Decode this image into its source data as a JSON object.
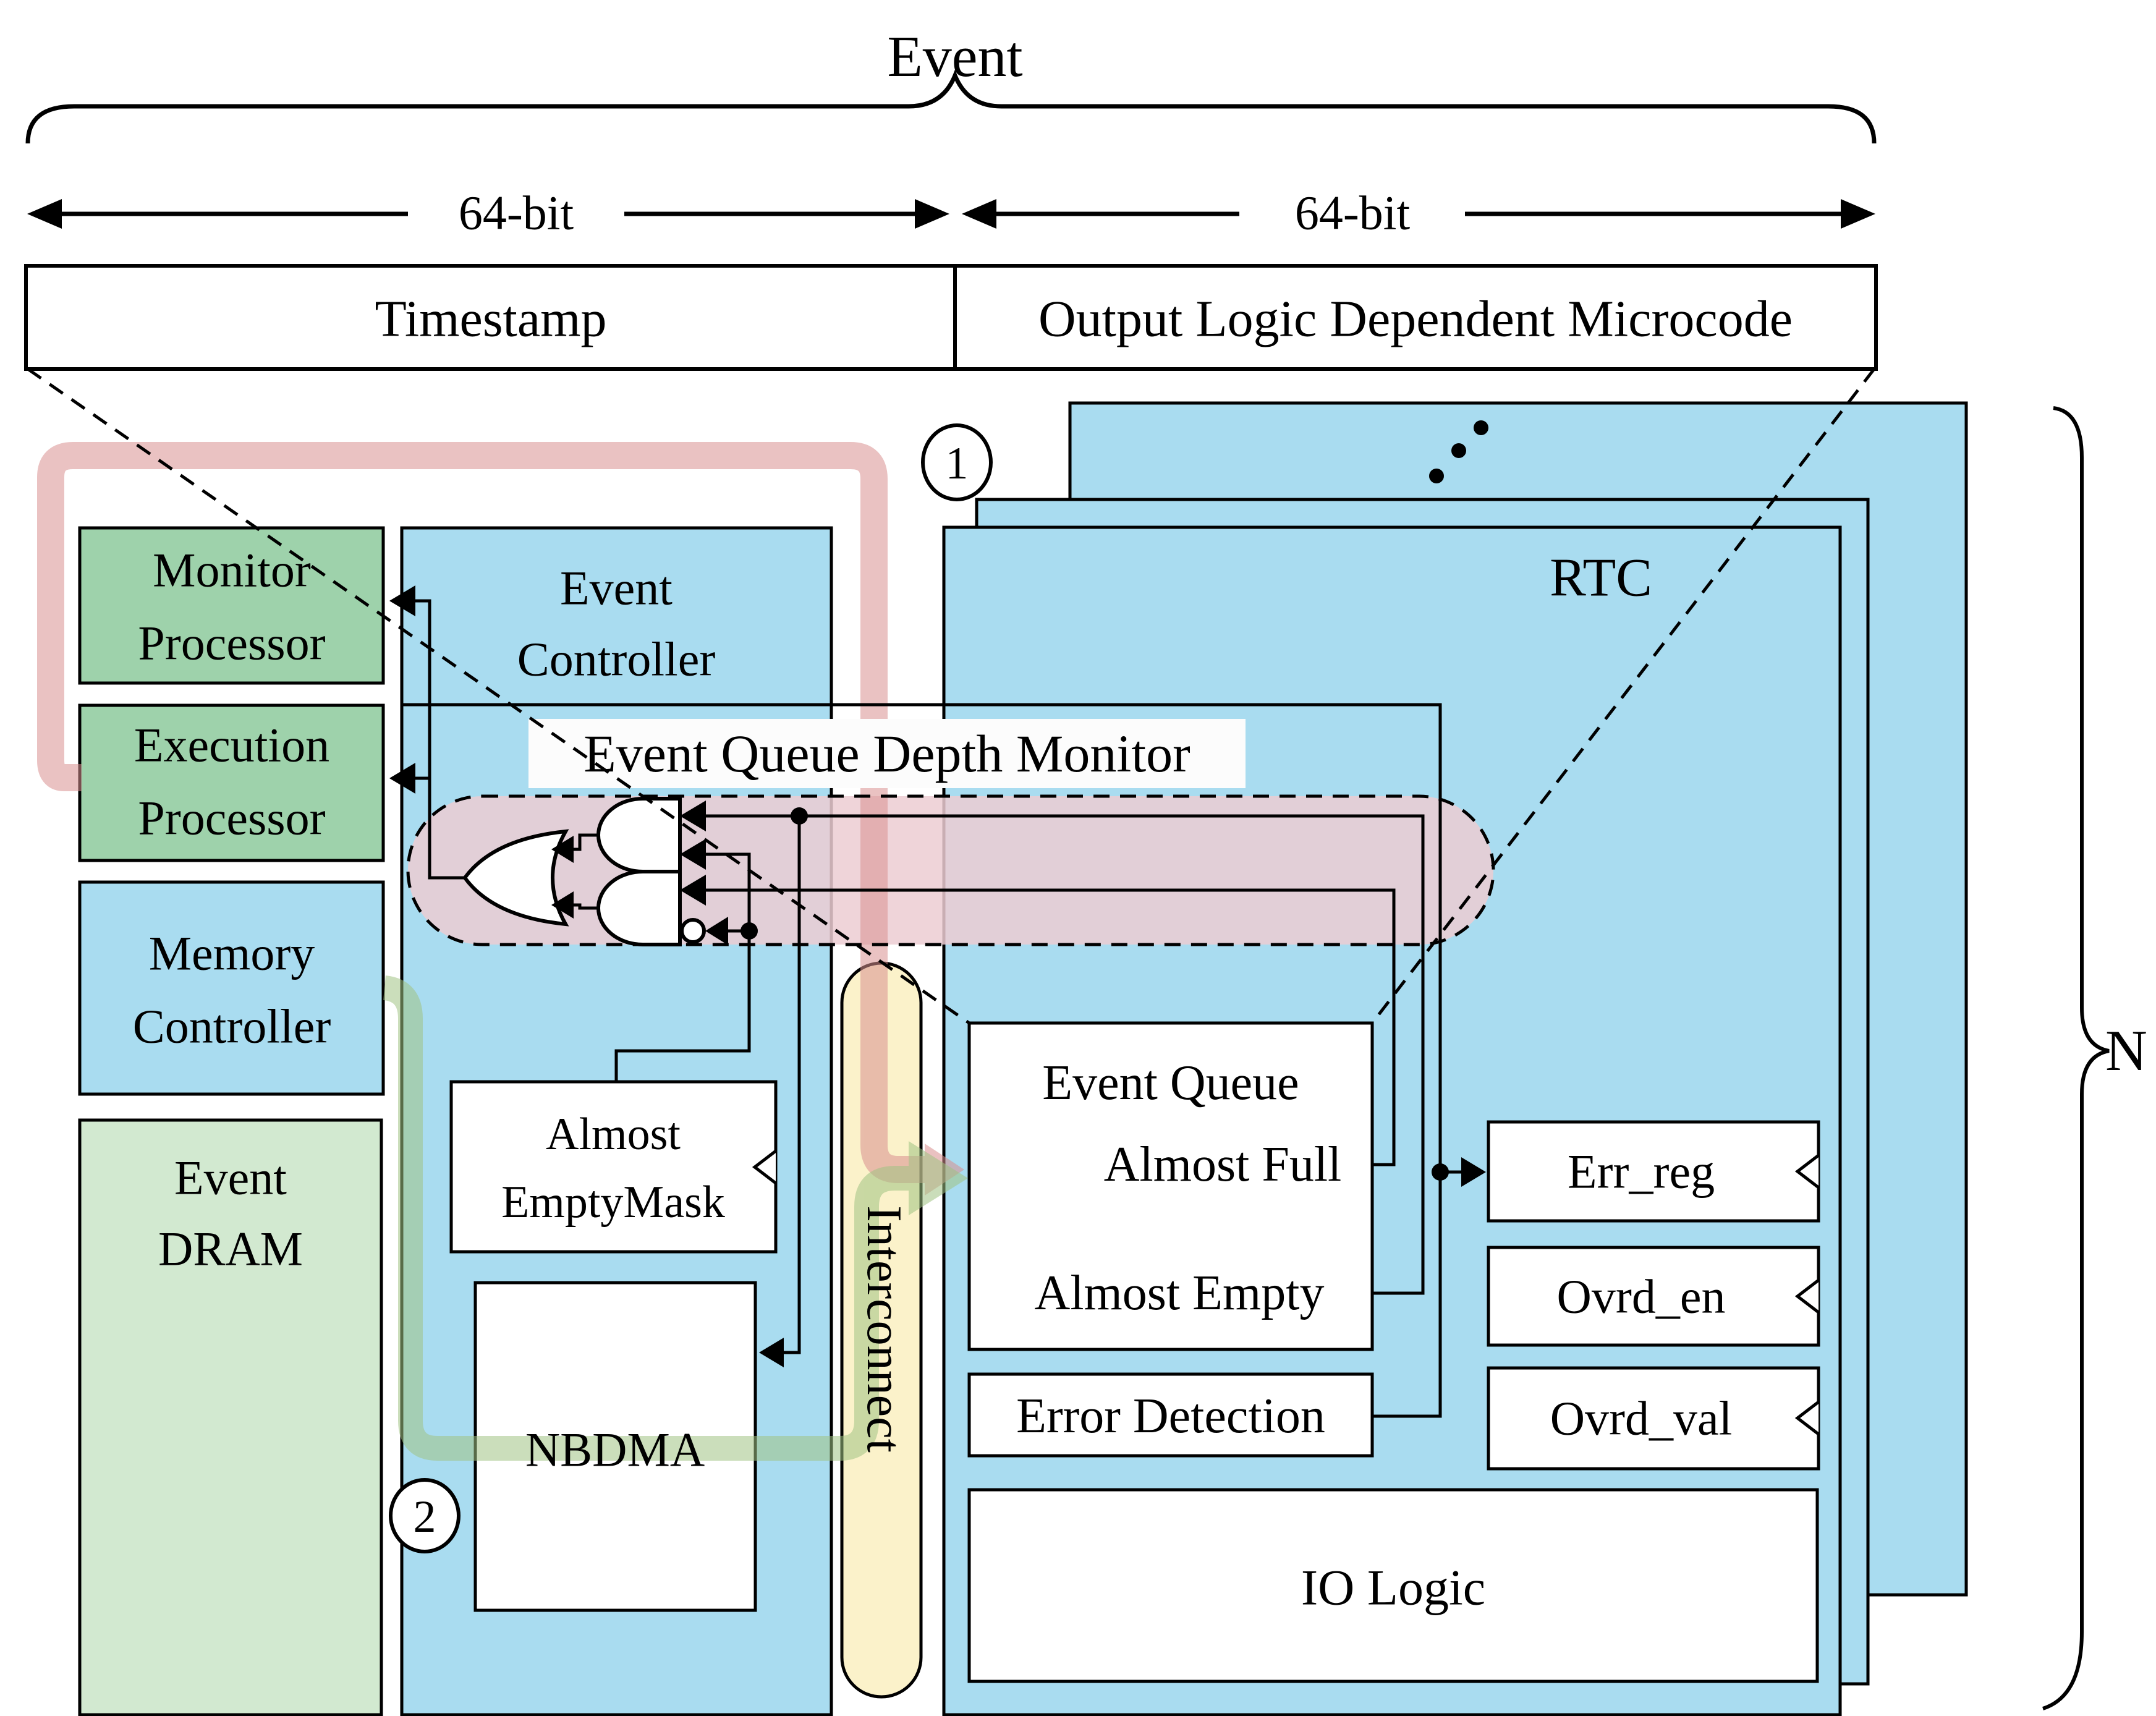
{
  "header": {
    "event_label": "Event",
    "bit_left": "64-bit",
    "bit_right": "64-bit",
    "timestamp": "Timestamp",
    "microcode": "Output Logic Dependent Microcode"
  },
  "left_column": {
    "monitor_line1": "Monitor",
    "monitor_line2": "Processor",
    "execution_line1": "Execution",
    "execution_line2": "Processor",
    "memory_line1": "Memory",
    "memory_line2": "Controller",
    "dram_line1": "Event",
    "dram_line2": "DRAM"
  },
  "controller": {
    "title_line1": "Event",
    "title_line2": "Controller",
    "eqdm_label": "Event Queue Depth Monitor",
    "mask_line1": "Almost",
    "mask_line2": "EmptyMask",
    "nbdma": "NBDMA"
  },
  "interconnect": {
    "label": "Interconnect"
  },
  "rtc": {
    "title": "RTC",
    "event_queue": "Event Queue",
    "almost_full": "Almost Full",
    "almost_empty": "Almost Empty",
    "error_detection": "Error Detection",
    "io_logic": "IO Logic",
    "err_reg": "Err_reg",
    "ovrd_en": "Ovrd_en",
    "ovrd_val": "Ovrd_val"
  },
  "annotations": {
    "circle_1": "1",
    "circle_2": "2",
    "n_count": "N"
  },
  "colors": {
    "box_blue": "#a9dcf0",
    "box_green": "#9ed2ab",
    "dram_green": "#d2e9d0",
    "pill_yellow": "#fbf2ca",
    "pill_pink": "#eccdd2",
    "path_red": "#d98f8f",
    "path_green": "#a0c383",
    "white": "#ffffff"
  }
}
